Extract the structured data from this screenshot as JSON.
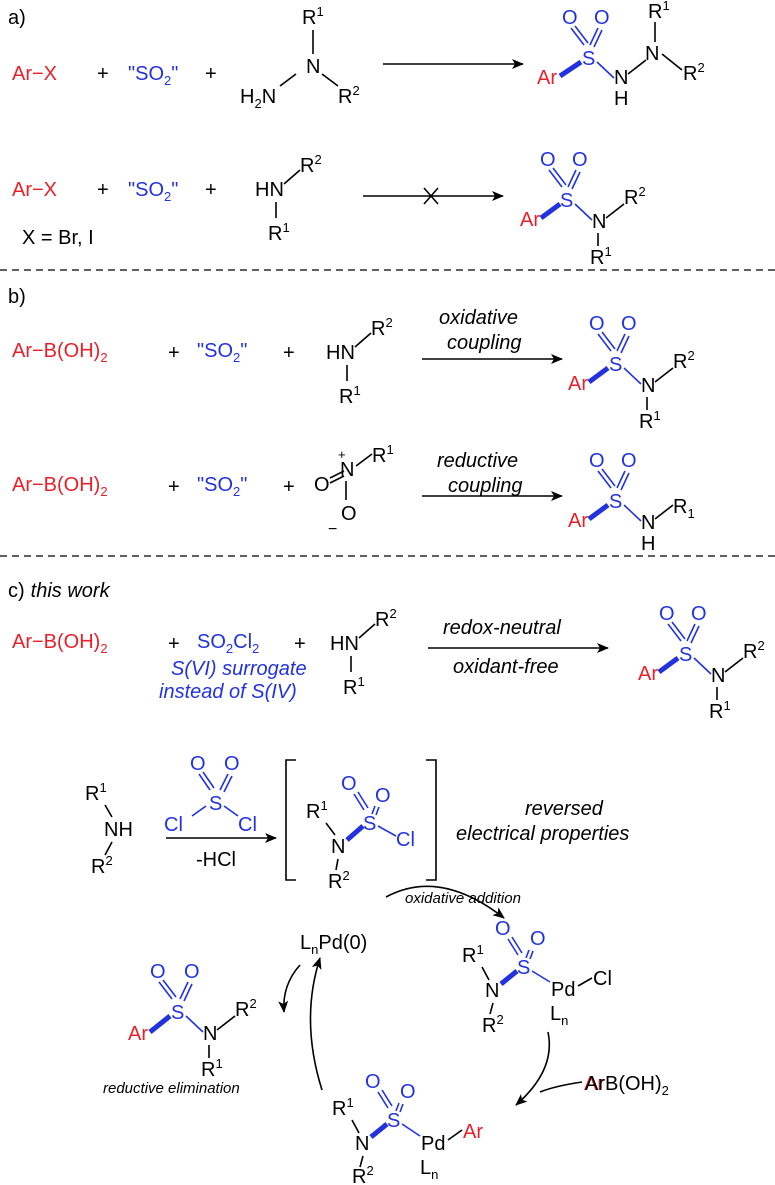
{
  "sections": {
    "a": "a)",
    "b": "b)",
    "c": "c)",
    "c_note": "this work"
  },
  "species": {
    "ArX": "Ar−X",
    "ArBOH2": "Ar−B(OH)",
    "so2": "\"SO",
    "so2_close": "\"",
    "so2cl2": "SO",
    "plus": "+",
    "x_def": "X = Br, I",
    "Ar": "Ar",
    "S": "S",
    "O": "O",
    "N": "N",
    "H": "H",
    "HN": "HN",
    "NH": "NH",
    "H2N": "H",
    "Cl": "Cl",
    "Pd": "Pd",
    "L": "L",
    "R": "R",
    "sub1": "1",
    "sub2": "2",
    "subn": "n",
    "plus_charge": "+",
    "minus_charge": "−",
    "LnPd0": "Pd(0)",
    "ArBOH2_cat": "ArB(OH)"
  },
  "conditions": {
    "b1_top": "oxidative",
    "b1_bot": "coupling",
    "b2_top": "reductive",
    "b2_bot": "coupling",
    "c_top": "redox-neutral",
    "c_bot": "oxidant-free",
    "surrogate1": "S(VI) surrogate",
    "surrogate2": "instead of S(IV)",
    "hcl": "-HCl",
    "reversed1": "reversed",
    "reversed2": "electrical properties",
    "ox_add": "oxidative addition",
    "red_elim": "reductive elimination"
  },
  "colors": {
    "aryl": "#e8202a",
    "sulfur": "#2233dd",
    "ink": "#000000"
  }
}
